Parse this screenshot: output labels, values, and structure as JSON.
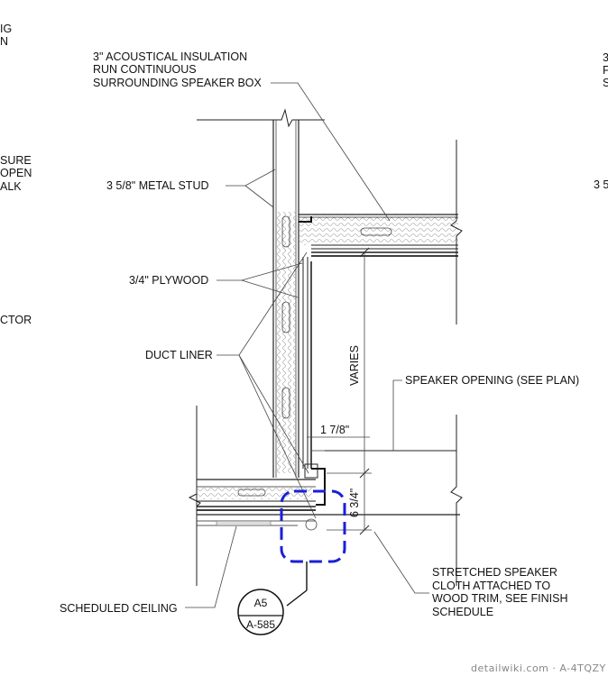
{
  "labels": {
    "insulation_line1": "3\" ACOUSTICAL INSULATION",
    "insulation_line2": "RUN CONTINUOUS",
    "insulation_line3": "SURROUNDING SPEAKER BOX",
    "metal_stud": "3 5/8\" METAL STUD",
    "plywood": "3/4\" PLYWOOD",
    "duct_liner": "DUCT LINER",
    "varies": "VARIES",
    "speaker_opening": "SPEAKER OPENING (SEE PLAN)",
    "dim_1_7_8": "1 7/8\"",
    "dim_6_3_4": "6 3/4\"",
    "cloth_line1": "STRETCHED SPEAKER",
    "cloth_line2": "CLOTH ATTACHED TO",
    "cloth_line3": "WOOD TRIM, SEE FINISH",
    "cloth_line4": "SCHEDULE",
    "scheduled_ceiling": "SCHEDULED CEILING"
  },
  "edge_fragments_left": [
    "IG",
    "N",
    "SURE",
    "OPEN",
    "ALK",
    "CTOR"
  ],
  "edge_fragments_right": [
    "3",
    "F",
    "S",
    "3 5"
  ],
  "detail_tag": {
    "number": "A5",
    "sheet": "A-585"
  },
  "watermark": "detailwiki.com · A-4TQZY",
  "colors": {
    "callout_blue": "#1a1fd6",
    "line": "#222222",
    "hatch": "#9a9a9a"
  }
}
